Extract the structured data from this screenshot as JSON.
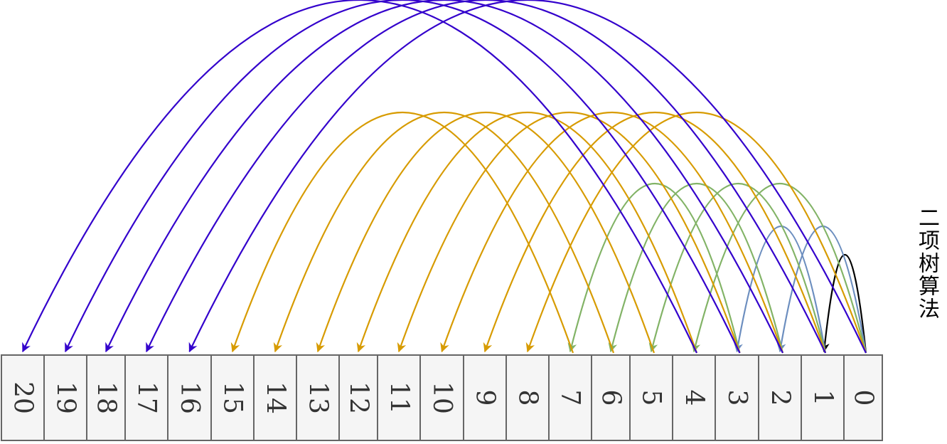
{
  "title": "二项树算法",
  "cells": [
    "20",
    "19",
    "18",
    "17",
    "16",
    "15",
    "14",
    "13",
    "12",
    "11",
    "10",
    "9",
    "8",
    "7",
    "6",
    "5",
    "4",
    "3",
    "2",
    "1",
    "0"
  ],
  "colors": {
    "step1": "#000000",
    "step2": "#6c8ebf",
    "step4": "#82b366",
    "step8": "#d79b00",
    "step16": "#3300cc"
  },
  "arrows": [
    {
      "from": "0",
      "to": "1",
      "color": "step1"
    },
    {
      "from": "0",
      "to": "2",
      "color": "step2"
    },
    {
      "from": "1",
      "to": "3",
      "color": "step2"
    },
    {
      "from": "0",
      "to": "4",
      "color": "step4"
    },
    {
      "from": "1",
      "to": "5",
      "color": "step4"
    },
    {
      "from": "2",
      "to": "6",
      "color": "step4"
    },
    {
      "from": "3",
      "to": "7",
      "color": "step4"
    },
    {
      "from": "0",
      "to": "8",
      "color": "step8"
    },
    {
      "from": "1",
      "to": "9",
      "color": "step8"
    },
    {
      "from": "2",
      "to": "10",
      "color": "step8"
    },
    {
      "from": "3",
      "to": "11",
      "color": "step8"
    },
    {
      "from": "4",
      "to": "12",
      "color": "step8"
    },
    {
      "from": "5",
      "to": "13",
      "color": "step8"
    },
    {
      "from": "6",
      "to": "14",
      "color": "step8"
    },
    {
      "from": "7",
      "to": "15",
      "color": "step8"
    },
    {
      "from": "0",
      "to": "16",
      "color": "step16"
    },
    {
      "from": "1",
      "to": "17",
      "color": "step16"
    },
    {
      "from": "2",
      "to": "18",
      "color": "step16"
    },
    {
      "from": "3",
      "to": "19",
      "color": "step16"
    },
    {
      "from": "4",
      "to": "20",
      "color": "step16"
    }
  ]
}
